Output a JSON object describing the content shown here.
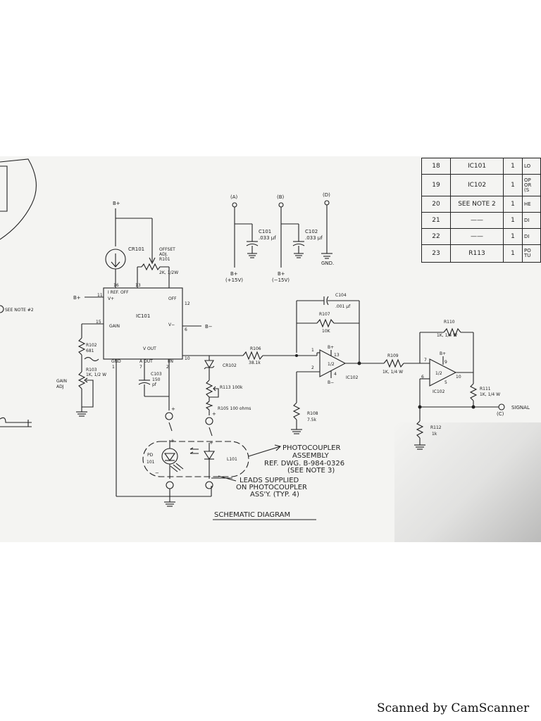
{
  "diagram": {
    "title": "SCHEMATIC DIAGRAM",
    "rails": {
      "a": {
        "tag": "(A)",
        "cap": "C101",
        "cap_value": ".033 µf",
        "supply": "B+",
        "voltage": "(+15V)"
      },
      "b": {
        "tag": "(B)",
        "cap": "C102",
        "cap_value": ".033 µf",
        "supply": "B+",
        "voltage": "(−15V)"
      },
      "d": {
        "tag": "(D)",
        "ground": "GND."
      }
    },
    "ic101": {
      "name": "IC101",
      "pins": {
        "p16": "16",
        "p13": "13",
        "p11": "11",
        "p12": "12",
        "p15": "15",
        "p6": "6",
        "p10": "10",
        "p1": "1",
        "p7": "7",
        "p2": "2"
      },
      "labels": {
        "iref": "I REF. OFF",
        "vplus": "V+",
        "off": "OFF",
        "gain": "GAIN",
        "vminus": "V−",
        "vout": "V OUT",
        "gnd": "GND",
        "aout": "A  OUT",
        "iin": "IIN"
      }
    },
    "components": {
      "b_plus_top": "B+",
      "b_plus_left": "B+",
      "b_minus": "B−",
      "cr101": "CR101",
      "r101": "R101",
      "r101_value": "2K, 1/2W",
      "offset1": "OFFSET",
      "offset2": "ADJ.",
      "see_note2": "SEE NOTE #2",
      "r102": "R102",
      "r102_value": "681",
      "gain_adj1": "GAIN",
      "gain_adj2": "ADJ",
      "r103": "R103",
      "r103_value": "1K, 1/2 W",
      "c103": "C103",
      "c103_value1": "150",
      "c103_value2": "pf",
      "cr102": "CR102",
      "r113": "R113  100k",
      "r105": "R105  100 ohms",
      "r106": "R106",
      "r106_value": "38.1k",
      "c104": "C104",
      "c104_value": ".001 µf",
      "r107": "R107",
      "r107_value": "10K",
      "r108": "R108",
      "r108_value": "7.5k",
      "r109": "R109",
      "r109_value": "1K, 1/4 W",
      "r110": "R110",
      "r110_value": "1K, 1/4 W",
      "r111": "R111",
      "r111_value": "1K, 1/4 W",
      "r112": "R112",
      "r112_value": "1k",
      "signal": "SIGNAL",
      "signal_tag": "(C)",
      "pd101_a": "PD",
      "pd101_b": "101",
      "l101": "L101",
      "plus": "+",
      "minus": "−"
    },
    "opamp1": {
      "name": "IC102",
      "half": "1/2",
      "pin13": "13",
      "pin1": "1",
      "pin2": "2",
      "pin4": "4",
      "bplus": "B+",
      "bminus": "B−"
    },
    "opamp2": {
      "name": "IC102",
      "half": "1/2",
      "pin9": "9",
      "pin7": "7",
      "pin6": "6",
      "pin5": "5",
      "pin10": "10",
      "bplus": "B+"
    },
    "callouts": {
      "photocoupler": [
        "PHOTOCOUPLER",
        "ASSEMBLY",
        "REF. DWG. B-984-0326",
        "(SEE NOTE 3)"
      ],
      "leads": [
        "LEADS SUPPLIED",
        "ON PHOTOCOUPLER",
        "ASS'Y. (TYP. 4)"
      ]
    }
  },
  "parts_table": {
    "rows": [
      {
        "item": "18",
        "part": "IC101",
        "qty": "1",
        "desc": "LO"
      },
      {
        "item": "19",
        "part": "IC102",
        "qty": "1",
        "desc": "OP\nOR\n(S"
      },
      {
        "item": "20",
        "part": "SEE NOTE 2",
        "qty": "1",
        "desc": "HE"
      },
      {
        "item": "21",
        "part": "——",
        "qty": "1",
        "desc": "DI"
      },
      {
        "item": "22",
        "part": "——",
        "qty": "1",
        "desc": "DI"
      },
      {
        "item": "23",
        "part": "R113",
        "qty": "1",
        "desc": "PO\nTU"
      }
    ]
  },
  "footer": "Scanned by CamScanner"
}
